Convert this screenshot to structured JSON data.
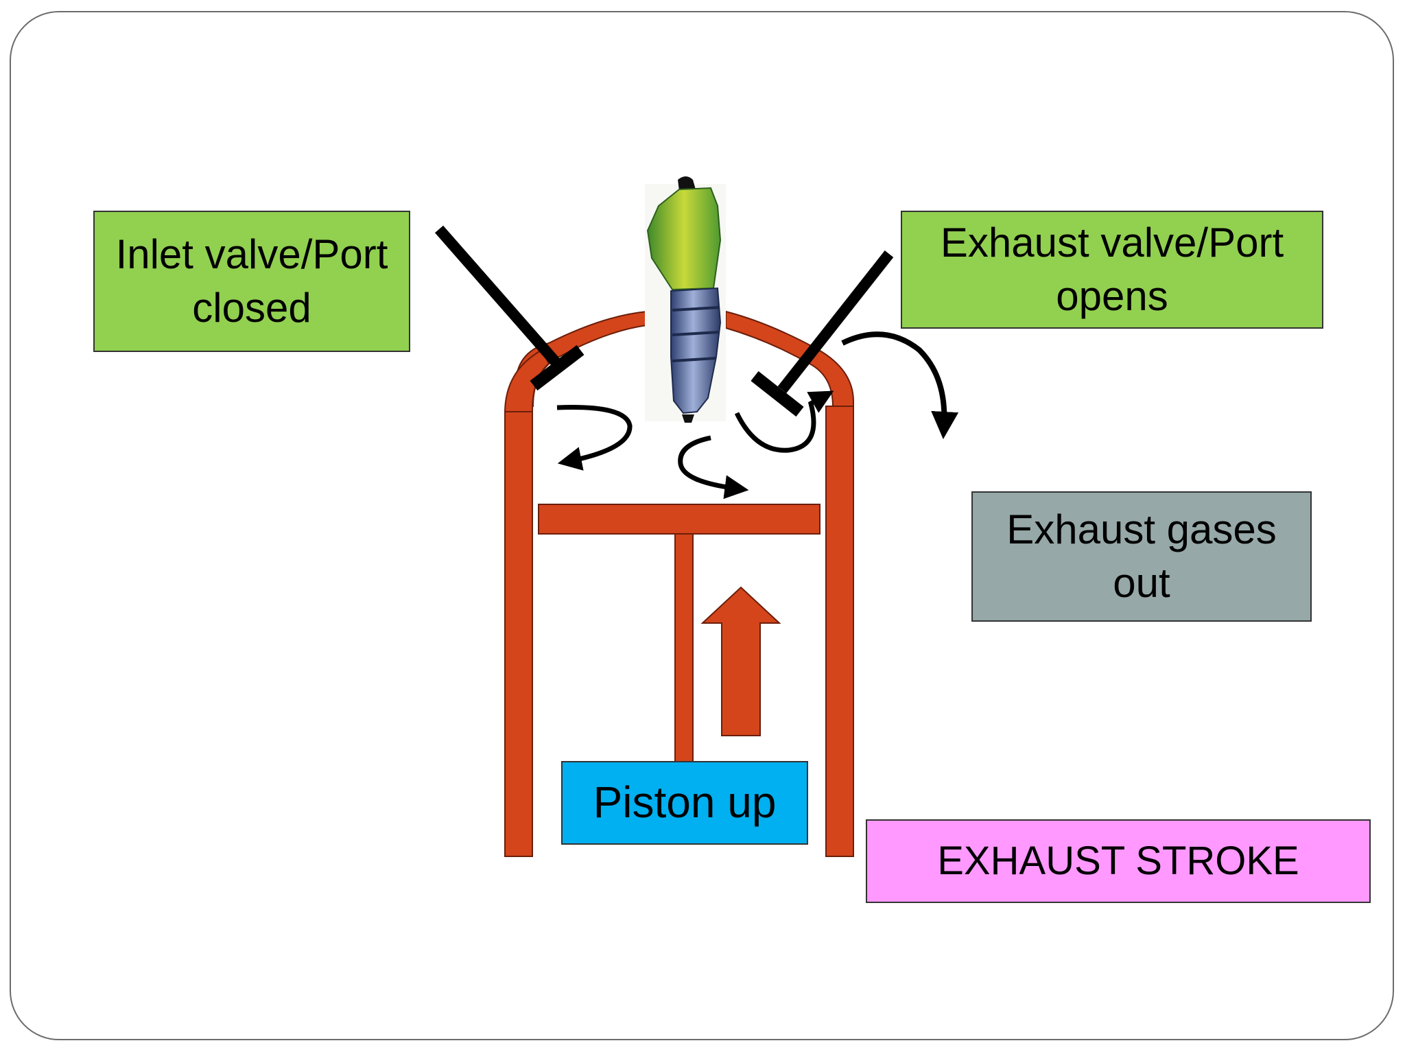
{
  "labels": {
    "inlet": "Inlet valve/Port\nclosed",
    "exhaust_valve": "Exhaust valve/Port\nopens",
    "exhaust_gases": "Exhaust gases\nout",
    "piston": "Piston up",
    "stroke": "EXHAUST STROKE"
  },
  "colors": {
    "cylinder": "#d4451b",
    "inlet_box": "#92d050",
    "exhaust_valve_box": "#92d050",
    "gases_box": "#96a8a8",
    "piston_box": "#00b0f0",
    "stroke_box": "#ff99ff",
    "valve": "#000000"
  },
  "icons": {
    "injector": "fuel-injector-icon"
  }
}
